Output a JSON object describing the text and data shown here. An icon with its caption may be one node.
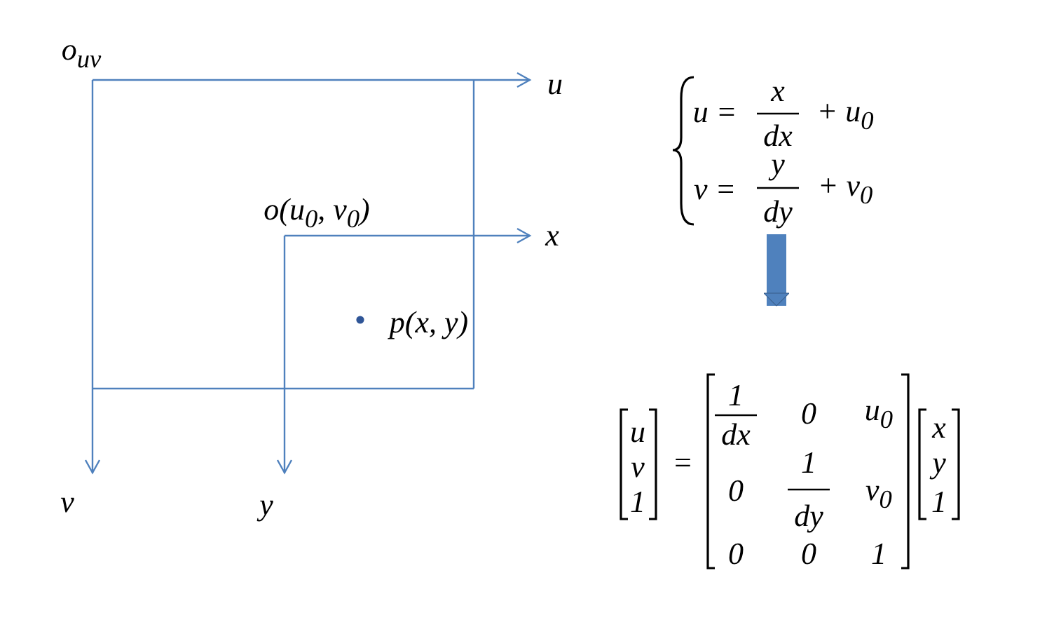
{
  "diagram": {
    "nodes": [
      {
        "text": [
          "u =",
          "x",
          "dx",
          "+ u$_{0}$",
          "v =",
          "y",
          "dy",
          "+ v$_{0}$"
        ]
      },
      {
        "text": [
          "u",
          "v",
          "1",
          "=",
          "1",
          "dx",
          "0",
          "u$_{0}$",
          "0",
          "1",
          "dy",
          "v$_{0}$",
          "0",
          "0",
          "1",
          "x",
          "y",
          "1"
        ]
      }
    ],
    "edges": [
      {
        "from": 0,
        "to": 1,
        "arrow": "to"
      }
    ],
    "labels": [
      "o$_{uv}$",
      "u",
      "o(u$_{0}$, v$_{0}$)",
      "x",
      "p(x, y)",
      "v",
      "y"
    ]
  }
}
